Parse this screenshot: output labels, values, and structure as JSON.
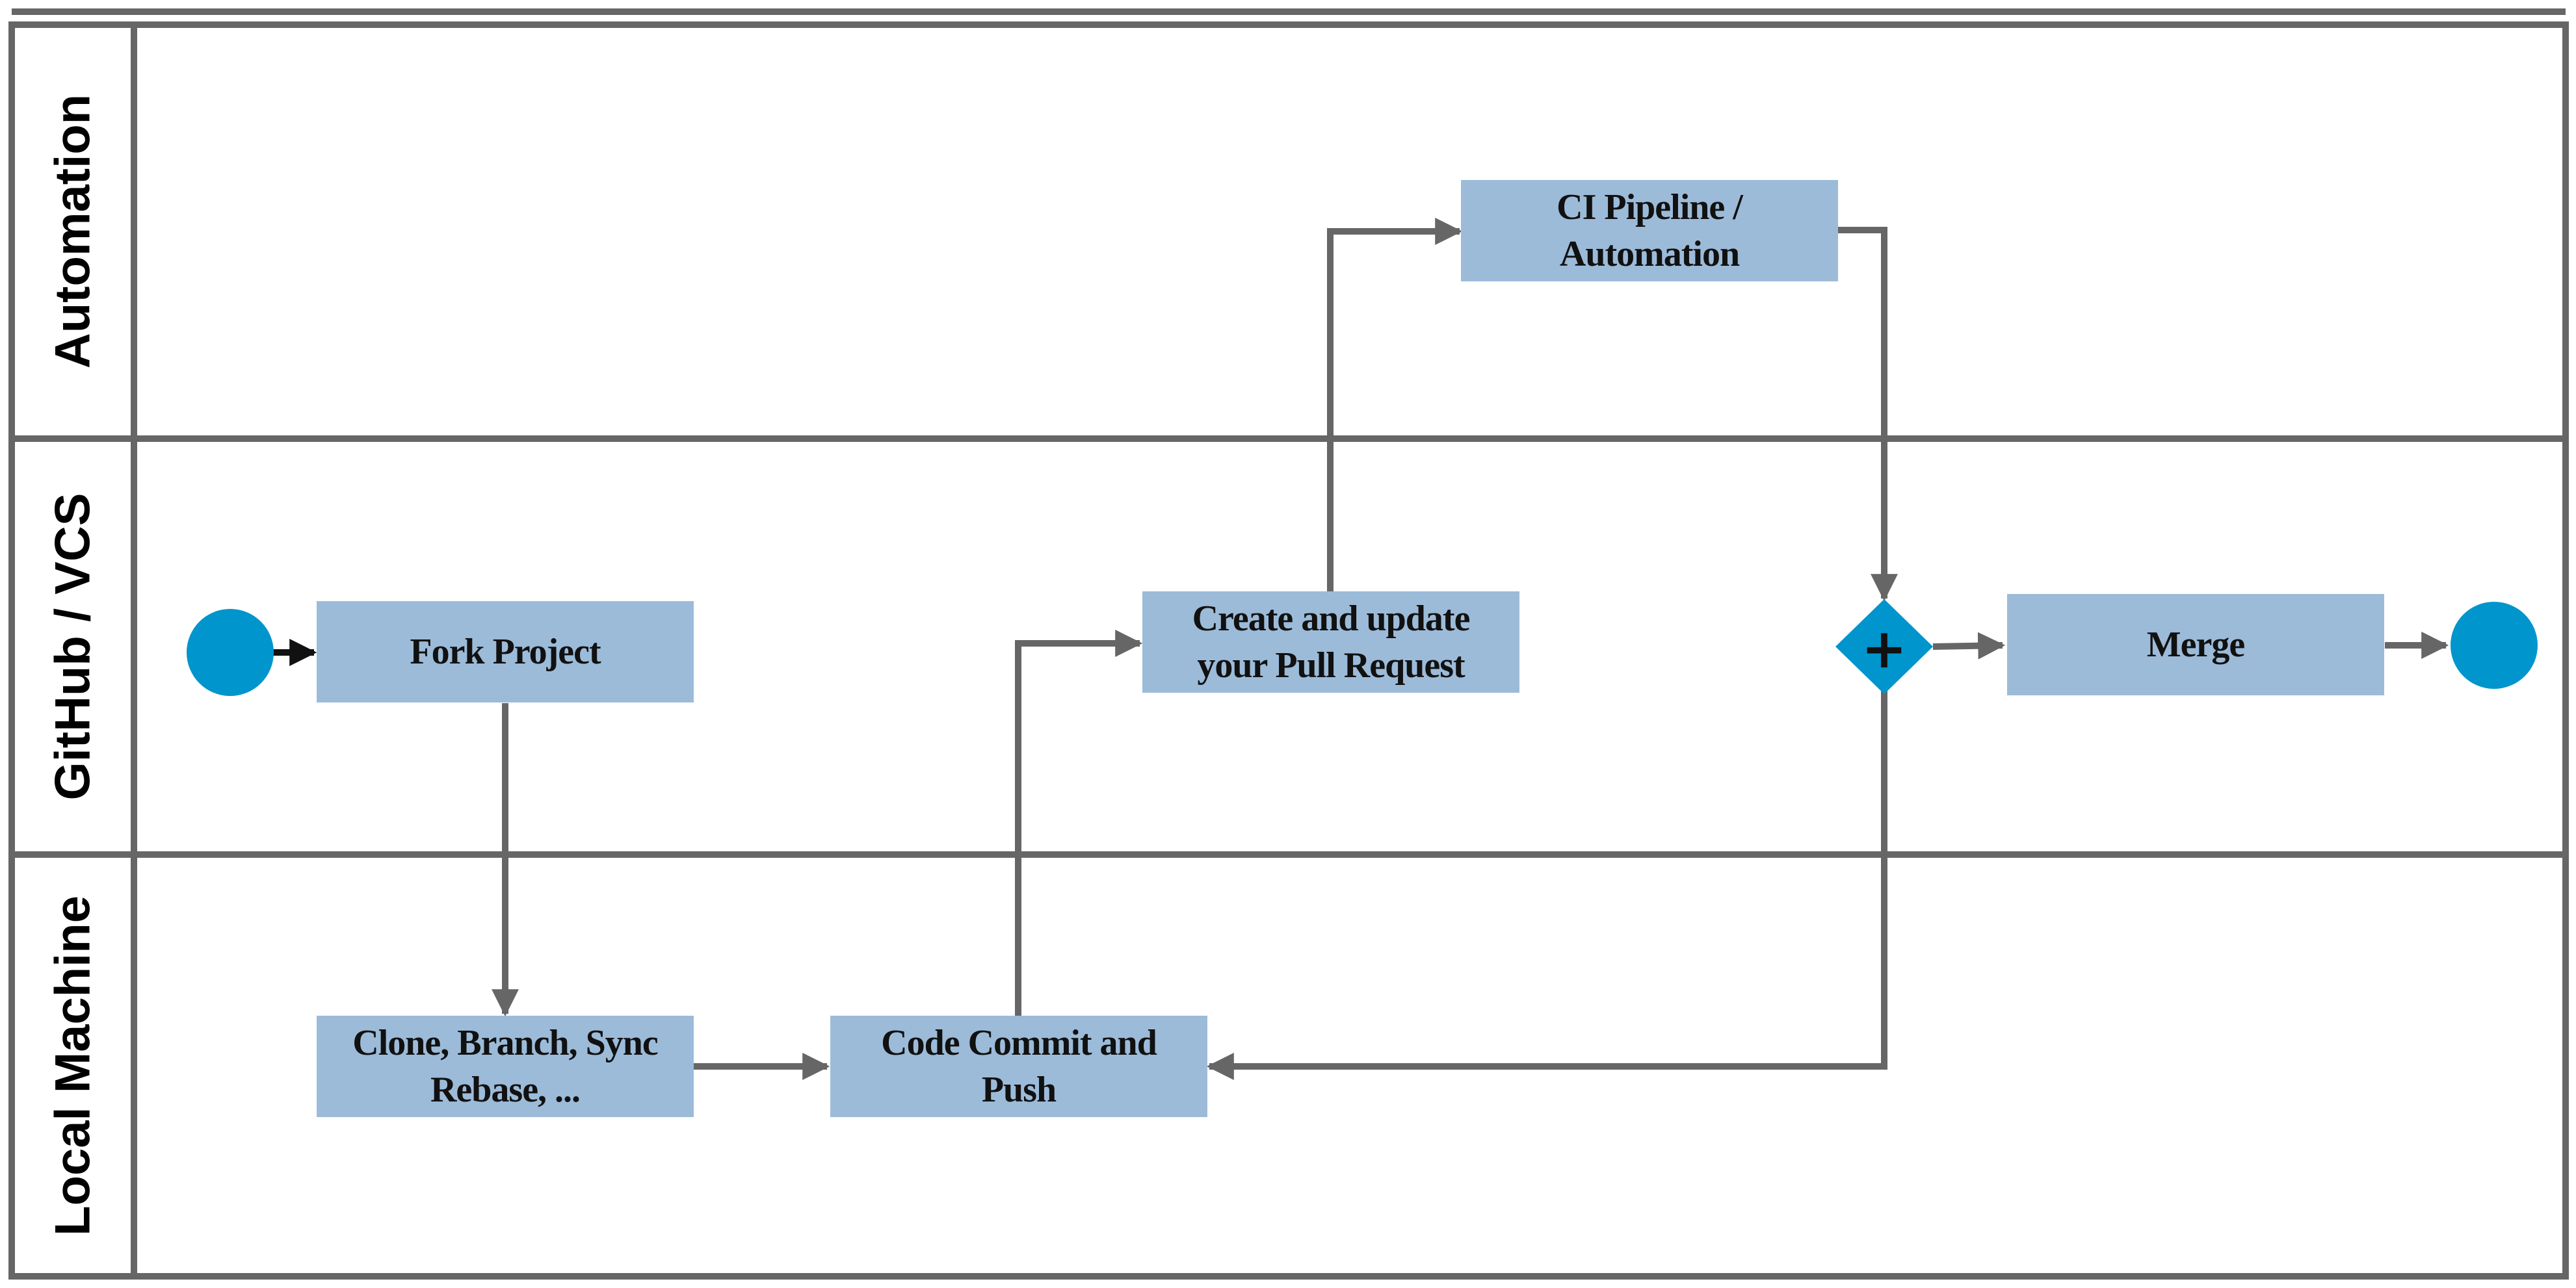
{
  "lanes": {
    "automation": "Automation",
    "vcs": "GitHub / VCS",
    "local": "Local Machine"
  },
  "tasks": {
    "fork": [
      "Fork Project"
    ],
    "clone": [
      "Clone, Branch, Sync",
      "Rebase, ..."
    ],
    "commit": [
      "Code Commit and",
      "Push"
    ],
    "pr": [
      "Create and update",
      "your Pull Request"
    ],
    "ci": [
      "CI Pipeline /",
      "Automation"
    ],
    "merge": [
      "Merge"
    ]
  },
  "gateway": {
    "type": "parallel",
    "symbol": "+"
  },
  "colors": {
    "task_fill": "#9cbbd9",
    "event_fill": "#0095cc",
    "gateway_fill": "#0095cc",
    "line": "#666666"
  }
}
